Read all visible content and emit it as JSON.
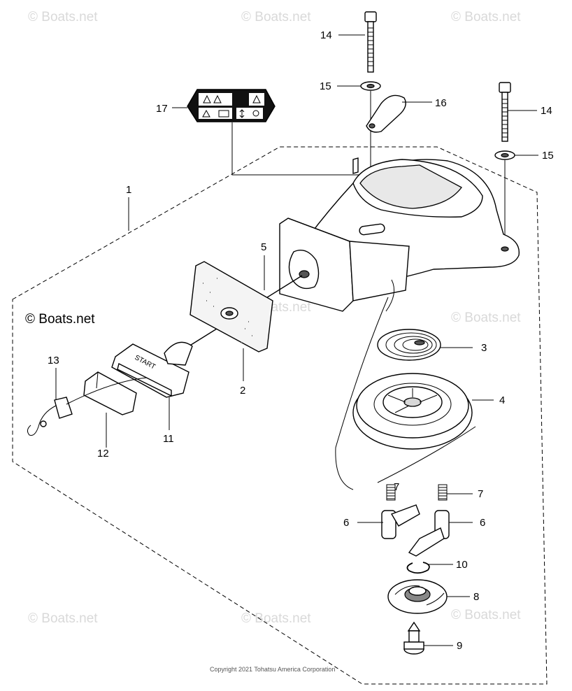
{
  "watermarks": {
    "brand": "© Boats.net",
    "copyright": "Copyright 2021 Tohatsu America Corporation"
  },
  "callouts": {
    "c1": "1",
    "c2": "2",
    "c3": "3",
    "c4": "4",
    "c5": "5",
    "c6a": "6",
    "c6b": "6",
    "c7a": "7",
    "c7b": "7",
    "c8": "8",
    "c9": "9",
    "c10": "10",
    "c11": "11",
    "c12": "12",
    "c13": "13",
    "c14a": "14",
    "c14b": "14",
    "c15a": "15",
    "c15b": "15",
    "c16": "16",
    "c17": "17"
  },
  "handle_label": "START"
}
